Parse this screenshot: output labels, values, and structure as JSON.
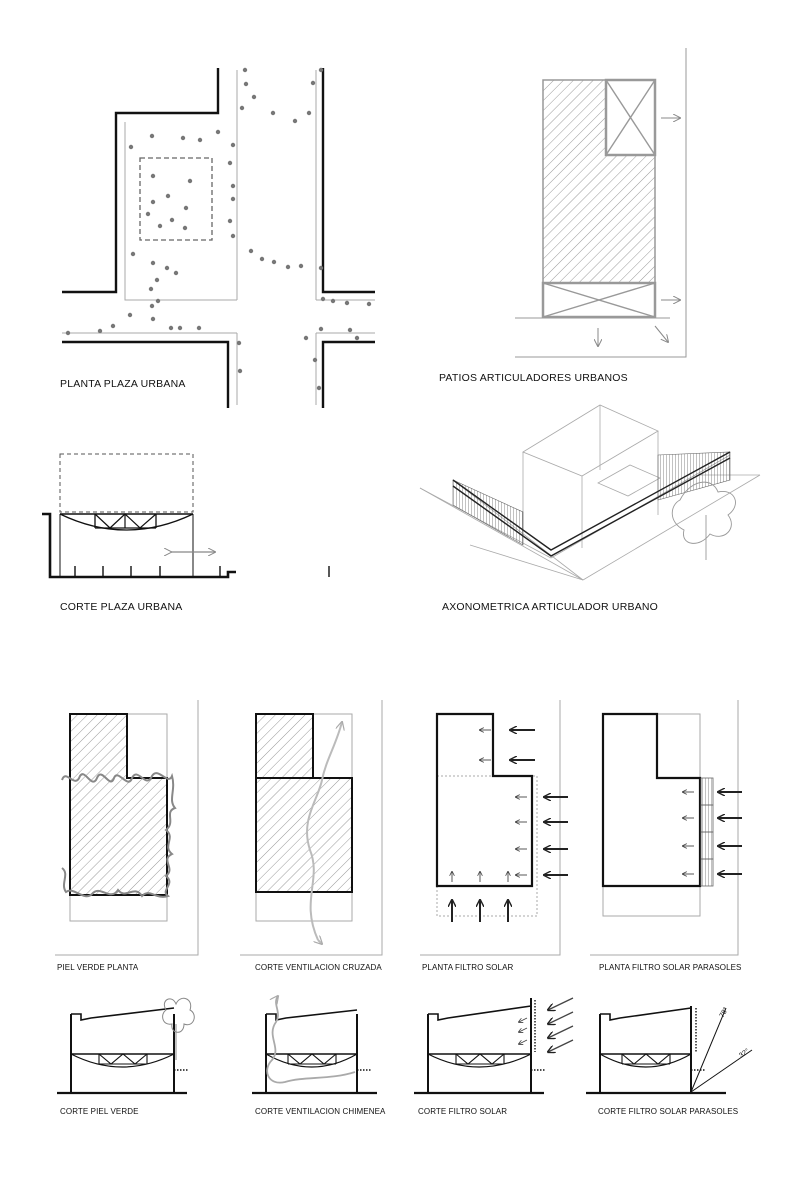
{
  "colors": {
    "ink": "#111111",
    "grey": "#888888",
    "light": "#bbbbbb",
    "dot": "#777777",
    "hatch": "#999999"
  },
  "panels": [
    {
      "id": "planta_plaza",
      "caption": "PLANTA PLAZA URBANA"
    },
    {
      "id": "patios",
      "caption": "PATIOS ARTICULADORES URBANOS"
    },
    {
      "id": "corte_plaza",
      "caption": "CORTE PLAZA URBANA"
    },
    {
      "id": "axonometrica",
      "caption": "AXONOMETRICA ARTICULADOR URBANO"
    },
    {
      "id": "piel_verde_planta",
      "caption": "PIEL VERDE PLANTA"
    },
    {
      "id": "ventilacion_cruzada",
      "caption": "CORTE  VENTILACION CRUZADA"
    },
    {
      "id": "filtro_solar",
      "caption": "PLANTA FILTRO SOLAR"
    },
    {
      "id": "filtro_parasoles",
      "caption": "PLANTA FILTRO SOLAR PARASOLES"
    },
    {
      "id": "corte_piel_verde",
      "caption": "CORTE PIEL VERDE"
    },
    {
      "id": "ventilacion_chimenea",
      "caption": "CORTE  VENTILACION CHIMENEA"
    },
    {
      "id": "corte_filtro_solar",
      "caption": "CORTE  FILTRO SOLAR"
    },
    {
      "id": "corte_filtro_parasoles",
      "caption": "CORTE  FILTRO SOLAR PARASOLES"
    }
  ],
  "sun_angles": [
    "78°",
    "32°"
  ]
}
